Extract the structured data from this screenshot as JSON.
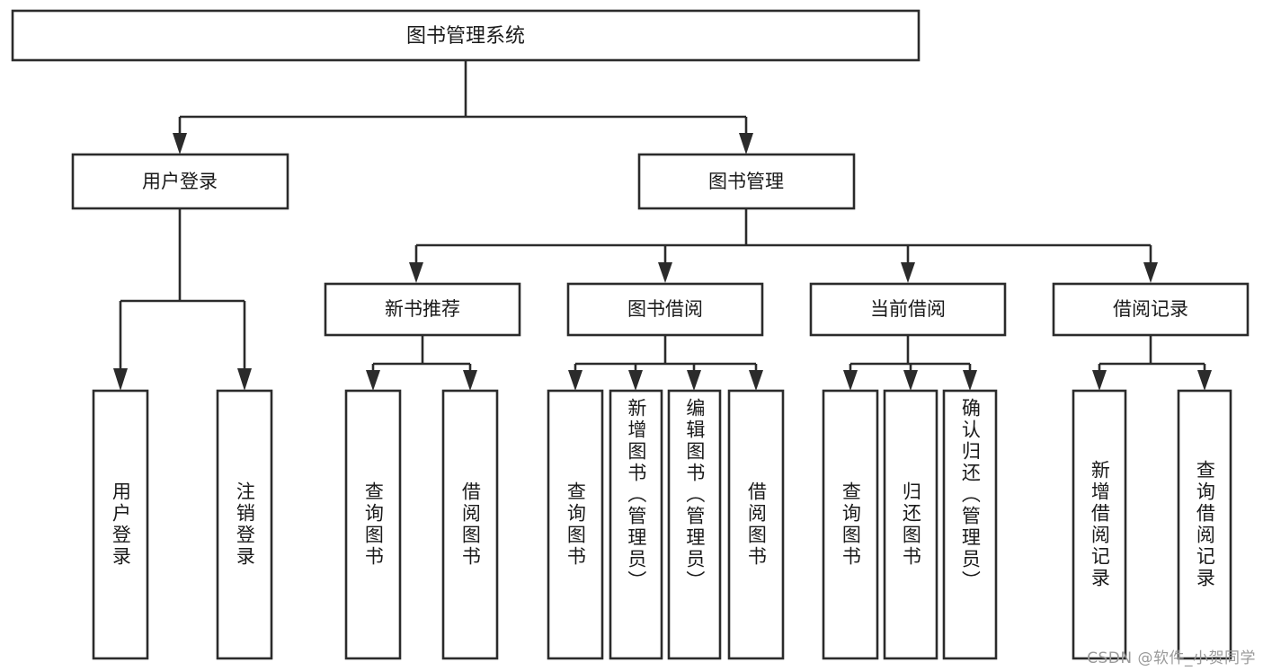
{
  "diagram": {
    "type": "tree",
    "title": "图书管理系统",
    "root": {
      "id": "root",
      "label": "图书管理系统"
    },
    "level2": [
      {
        "id": "user-login",
        "label": "用户登录"
      },
      {
        "id": "book-manage",
        "label": "图书管理"
      }
    ],
    "level3": [
      {
        "id": "new-book-rec",
        "label": "新书推荐",
        "parent": "book-manage"
      },
      {
        "id": "book-borrow",
        "label": "图书借阅",
        "parent": "book-manage"
      },
      {
        "id": "current-borrow",
        "label": "当前借阅",
        "parent": "book-manage"
      },
      {
        "id": "borrow-record",
        "label": "借阅记录",
        "parent": "book-manage"
      }
    ],
    "leaves": [
      {
        "id": "leaf-user-login",
        "label": "用户登录",
        "parent": "user-login",
        "align": "center"
      },
      {
        "id": "leaf-user-logout",
        "label": "注销登录",
        "parent": "user-login",
        "align": "center"
      },
      {
        "id": "leaf-query-book-1",
        "label": "查询图书",
        "parent": "new-book-rec",
        "align": "center"
      },
      {
        "id": "leaf-borrow-book-1",
        "label": "借阅图书",
        "parent": "new-book-rec",
        "align": "center"
      },
      {
        "id": "leaf-query-book-2",
        "label": "查询图书",
        "parent": "book-borrow",
        "align": "center"
      },
      {
        "id": "leaf-add-book",
        "label": "新增图书（管理员）",
        "parent": "book-borrow",
        "align": "top"
      },
      {
        "id": "leaf-edit-book",
        "label": "编辑图书（管理员）",
        "parent": "book-borrow",
        "align": "top"
      },
      {
        "id": "leaf-borrow-book-2",
        "label": "借阅图书",
        "parent": "book-borrow",
        "align": "center"
      },
      {
        "id": "leaf-query-book-3",
        "label": "查询图书",
        "parent": "current-borrow",
        "align": "center"
      },
      {
        "id": "leaf-return-book",
        "label": "归还图书",
        "parent": "current-borrow",
        "align": "center"
      },
      {
        "id": "leaf-confirm-return",
        "label": "确认归还（管理员）",
        "parent": "current-borrow",
        "align": "top"
      },
      {
        "id": "leaf-add-record",
        "label": "新增借阅记录",
        "parent": "borrow-record",
        "align": "center"
      },
      {
        "id": "leaf-query-record",
        "label": "查询借阅记录",
        "parent": "borrow-record",
        "align": "center"
      }
    ]
  },
  "watermark": {
    "text": "CSDN @软件_小贺同学"
  },
  "colors": {
    "stroke": "#2b2b2b",
    "fill": "#ffffff",
    "text": "#1a1a1a",
    "watermark": "#9a9a9a"
  }
}
